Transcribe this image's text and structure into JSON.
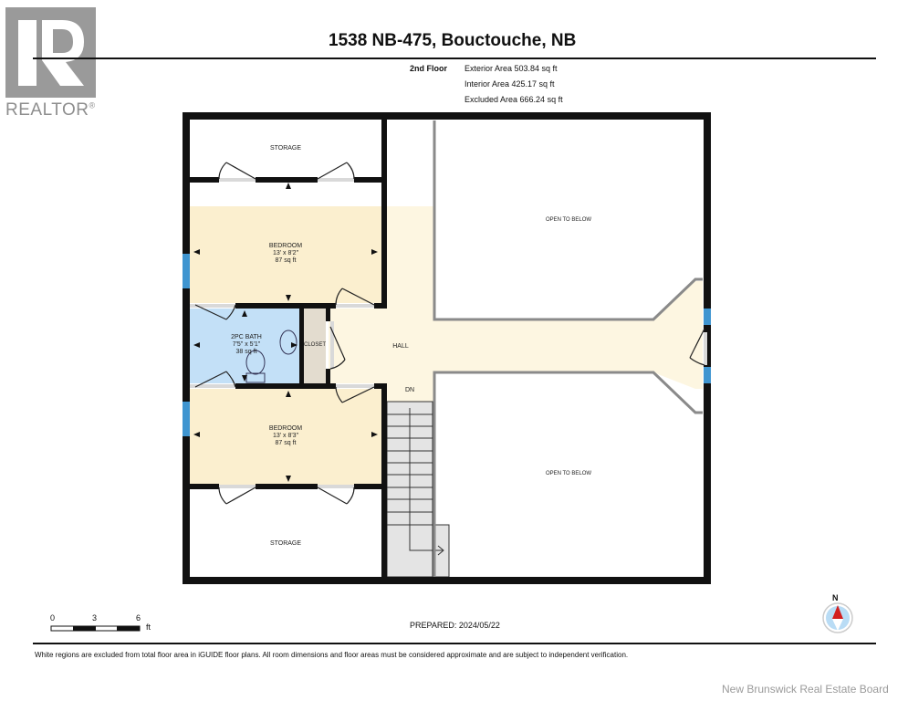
{
  "header": {
    "logo_text": "REALTOR",
    "logo_mark": "®",
    "title": "1538 NB-475, Bouctouche, NB",
    "floor": "2nd Floor",
    "areas": [
      "Exterior Area 503.84 sq ft",
      "Interior Area 425.17 sq ft",
      "Excluded Area 666.24 sq ft"
    ]
  },
  "rooms": {
    "storage_top": {
      "name": "STORAGE"
    },
    "bedroom_top": {
      "name": "BEDROOM",
      "dims": "13' x 8'2\"",
      "area": "87 sq ft"
    },
    "bath": {
      "name": "2PC BATH",
      "dims": "7'5\" x 5'1\"",
      "area": "38 sq ft"
    },
    "closet": {
      "name": "CLOSET"
    },
    "hall": {
      "name": "HALL"
    },
    "stairs": {
      "label": "DN"
    },
    "bedroom_bottom": {
      "name": "BEDROOM",
      "dims": "13' x 8'3\"",
      "area": "87 sq ft"
    },
    "storage_bottom": {
      "name": "STORAGE"
    },
    "open_top": {
      "name": "OPEN TO BELOW"
    },
    "open_bottom": {
      "name": "OPEN TO BELOW"
    }
  },
  "colors": {
    "wall": "#111111",
    "bedroom_fill": "#fbefcf",
    "hall_fill": "#fdf6e1",
    "bath_fill": "#c3e0f7",
    "closet_fill": "#e3dccf",
    "window": "#3f95d0",
    "stair_fill": "#e4e4e4",
    "compass_red": "#d21e1e",
    "compass_blue": "#b9dcf5"
  },
  "scale": {
    "ticks": [
      "0",
      "3",
      "6"
    ],
    "unit": "ft"
  },
  "compass": {
    "label": "N"
  },
  "footer": {
    "prepared": "PREPARED: 2024/05/22",
    "disclaimer": "White regions are excluded from total floor area in iGUIDE floor plans. All room dimensions and floor areas must be considered approximate and are subject to independent verification.",
    "board": "New Brunswick Real Estate Board"
  }
}
